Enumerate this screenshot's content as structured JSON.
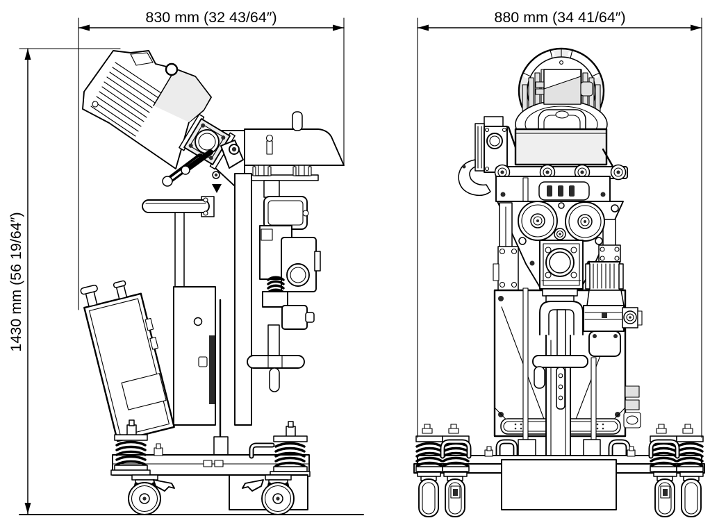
{
  "dimensions": {
    "side_width": "830 mm (32 43/64″)",
    "front_width": "880 mm (34 41/64″)",
    "height": "1430 mm (56 19/64″)"
  },
  "colors": {
    "line": "#000000",
    "background": "#ffffff",
    "shade_light": "#ececec",
    "shade_dark": "#2a2a2a"
  }
}
